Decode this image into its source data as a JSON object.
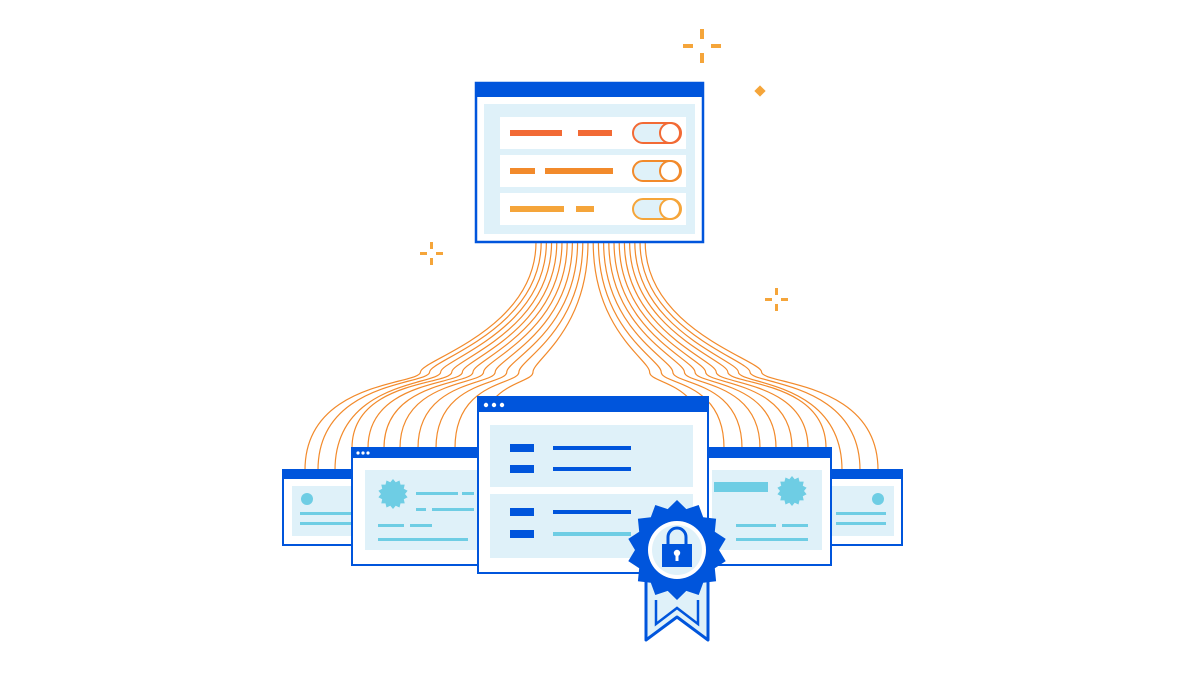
{
  "palette": {
    "blue": "#0055DC",
    "light_blue_fill": "#DFF1F9",
    "light_blue_line": "#6ECDE4",
    "orange_red": "#F26A35",
    "orange": "#F28A2B",
    "amber": "#F5A53A",
    "sparkle": "#F5A53A",
    "white": "#ffffff"
  },
  "settings_panel": {
    "toggles": [
      {
        "state": "on",
        "accent": "orange_red"
      },
      {
        "state": "on",
        "accent": "orange"
      },
      {
        "state": "on",
        "accent": "amber"
      }
    ]
  },
  "icons": [
    "sparkle-icon",
    "toggle-icon",
    "badge-icon",
    "lock-icon",
    "ribbon-icon",
    "seal-icon"
  ]
}
